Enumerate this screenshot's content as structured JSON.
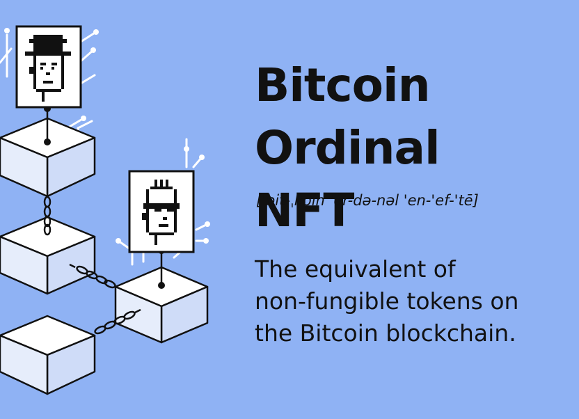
{
  "title": {
    "line1": "Bitcoin Ordinal",
    "line2": "NFT"
  },
  "pronunciation": "['bit-ˌkȯin 'ȯr-də-nəl 'en-'ef-'tē]",
  "definition": {
    "line1": "The equivalent of",
    "line2": "non-fungible tokens on",
    "line3": "the Bitcoin blockchain."
  },
  "colors": {
    "background": "#8fb2f4",
    "block_top": "#ffffff",
    "block_side": "#cfdcf8",
    "ink": "#111111"
  },
  "illustration": {
    "icons": [
      "blockchain-block-icon",
      "chain-link-icon",
      "pixel-punk-top-hat-icon",
      "pixel-punk-mohawk-sunglasses-icon",
      "circuit-line-icon"
    ]
  }
}
